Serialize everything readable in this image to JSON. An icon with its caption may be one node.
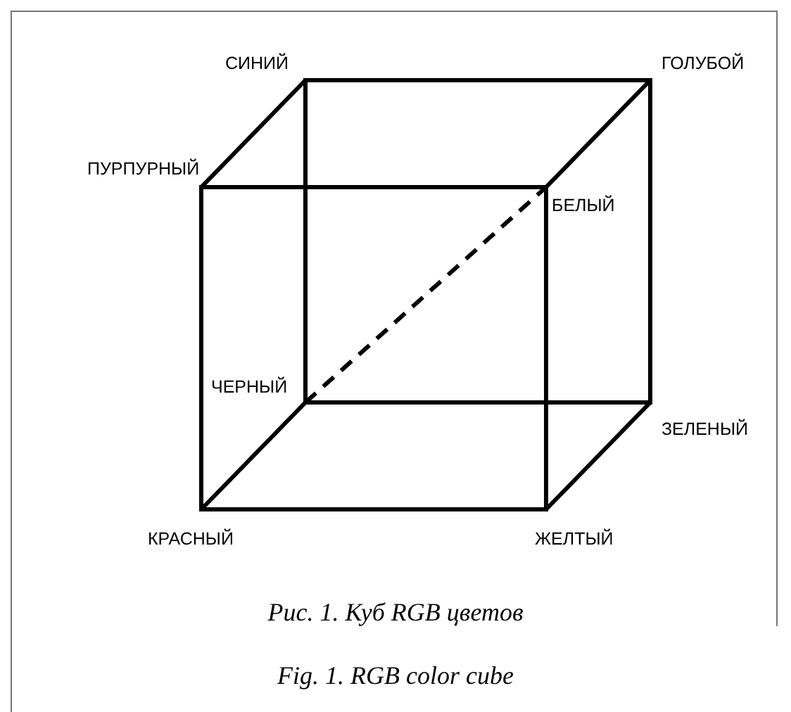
{
  "diagram": {
    "caption": "Рис. 1. Куб RGB цветов",
    "labels": [
      "СИНИЙ",
      "ГОЛУБОЙ",
      "ПУРПУРНЫЙ",
      "БЕЛЫЙ",
      "ЧЕРНЫЙ",
      "ЗЕЛЕНЫЙ",
      "КРАСНЫЙ",
      "ЖЕЛТЫЙ",
      "Fig. 1. RGB color cube"
    ]
  }
}
